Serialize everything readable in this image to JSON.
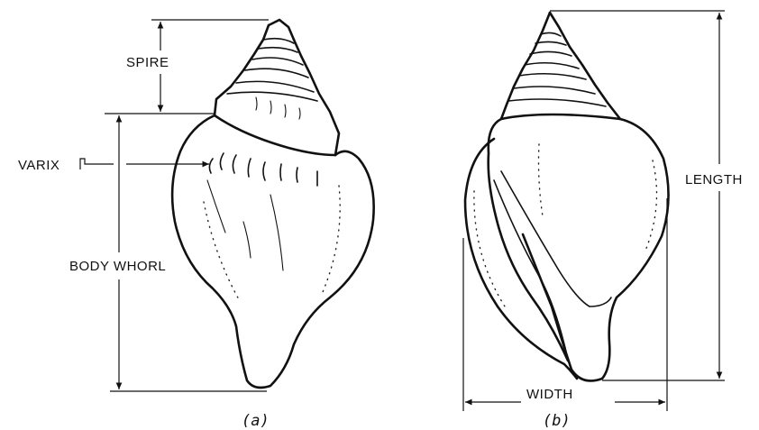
{
  "figure_a": {
    "caption": "(a)",
    "labels": {
      "spire": "SPIRE",
      "varix": "VARIX",
      "body_whorl": "BODY WHORL"
    }
  },
  "figure_b": {
    "caption": "(b)",
    "labels": {
      "length": "LENGTH",
      "width": "WIDTH"
    }
  }
}
